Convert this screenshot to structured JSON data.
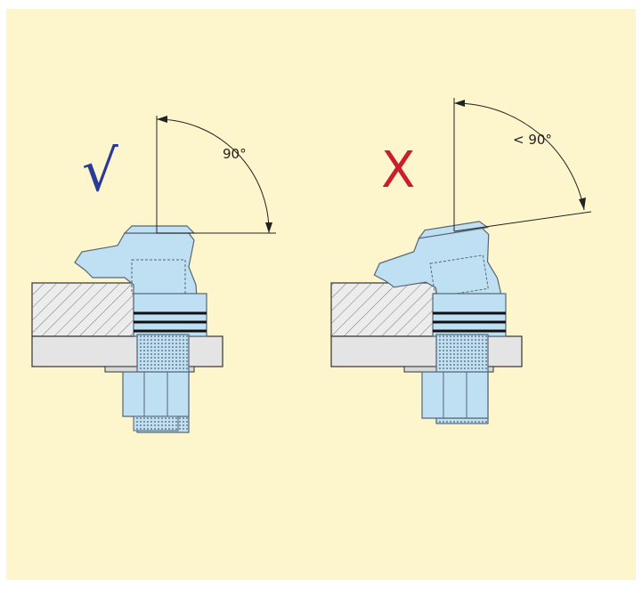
{
  "diagrams": [
    {
      "id": "correct",
      "verdict_symbol": "√",
      "angle_label": "90°",
      "verdict_color": "#2a3a9a"
    },
    {
      "id": "incorrect",
      "verdict_symbol": "X",
      "angle_label": "< 90°",
      "verdict_color": "#c8202a"
    }
  ],
  "colors": {
    "background": "#fdf5cc",
    "clamp_fill": "#bfe0f2",
    "clamp_stroke": "#556677",
    "table_fill": "#e6e6e6",
    "hatch": "#666666",
    "line": "#222222"
  }
}
